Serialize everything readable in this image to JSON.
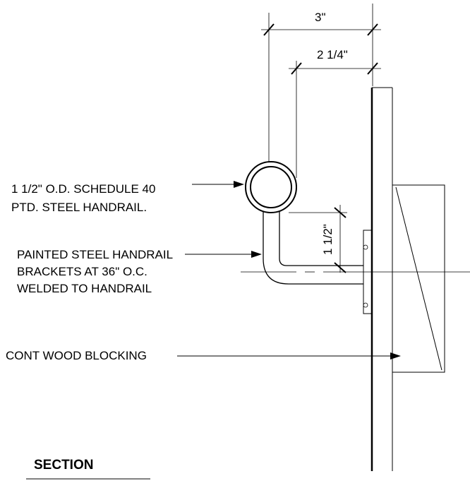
{
  "dimensions": {
    "overall": "3\"",
    "to_centerline": "2 1/4\"",
    "bracket_height": "1 1/2\""
  },
  "notes": {
    "handrail_line1": "1 1/2\" O.D. SCHEDULE 40",
    "handrail_line2": "PTD. STEEL HANDRAIL.",
    "bracket_line1": "PAINTED STEEL HANDRAIL",
    "bracket_line2": "BRACKETS AT 36\" O.C.",
    "bracket_line3": "WELDED TO HANDRAIL",
    "blocking": "CONT WOOD BLOCKING"
  },
  "title": "SECTION"
}
